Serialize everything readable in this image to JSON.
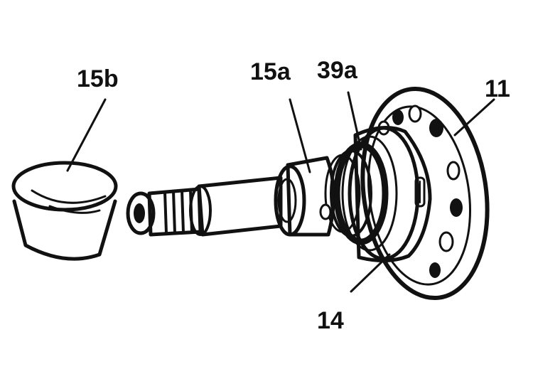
{
  "diagram": {
    "ink_color": "#111111",
    "paper_color": "#ffffff",
    "labels": [
      {
        "id": "15b",
        "text": "15b"
      },
      {
        "id": "15a",
        "text": "15a"
      },
      {
        "id": "39a",
        "text": "39a"
      },
      {
        "id": "11",
        "text": "11"
      },
      {
        "id": "14",
        "text": "14"
      }
    ]
  }
}
